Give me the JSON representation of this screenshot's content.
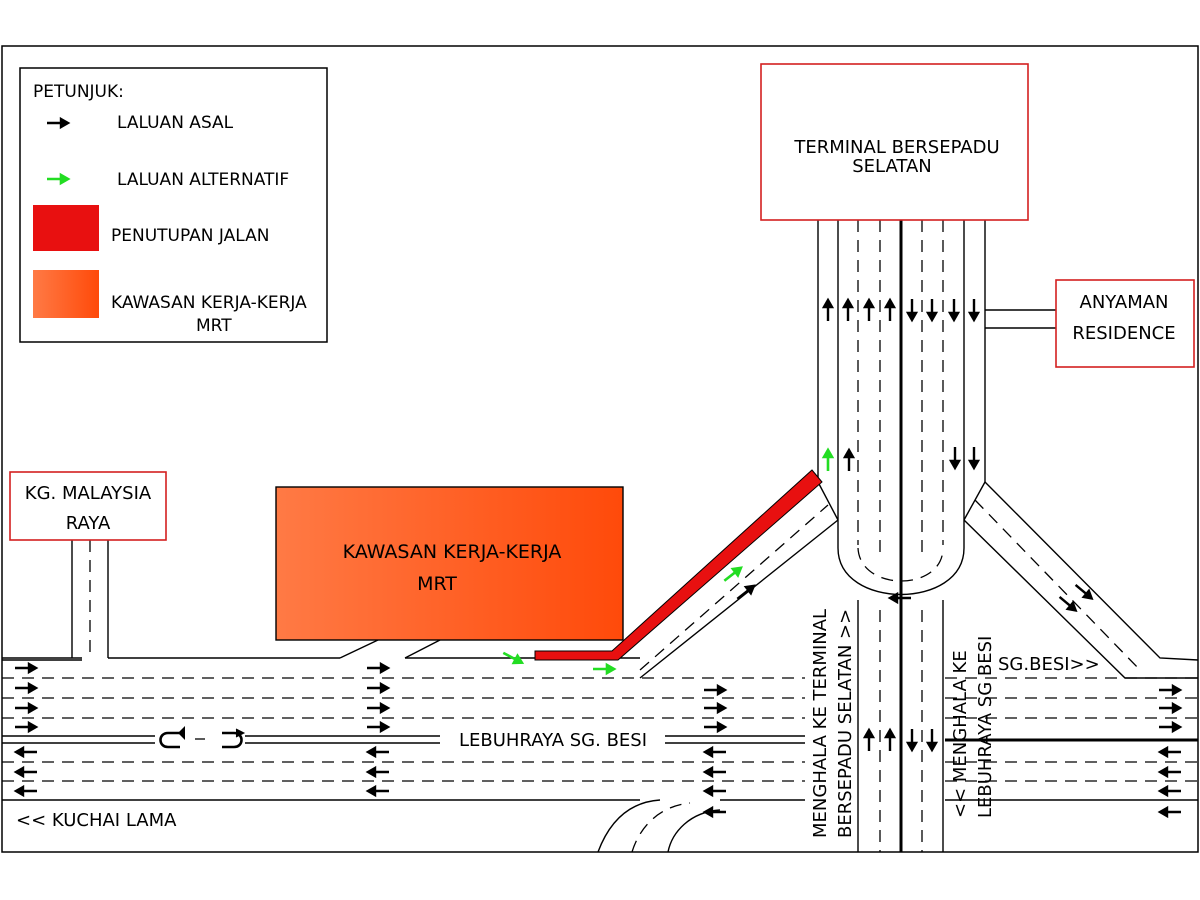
{
  "legend": {
    "title": "PETUNJUK:",
    "items": [
      {
        "label": "LALUAN ASAL",
        "symbol": "black-arrow"
      },
      {
        "label": "LALUAN ALTERNATIF",
        "symbol": "green-arrow"
      },
      {
        "label": "PENUTUPAN JALAN",
        "symbol": "red-block"
      },
      {
        "label": "KAWASAN KERJA-KERJA",
        "label2": "MRT",
        "symbol": "orange-block"
      }
    ]
  },
  "places": {
    "terminal": {
      "line1": "TERMINAL BERSEPADU",
      "line2": "SELATAN"
    },
    "anyaman": {
      "line1": "ANYAMAN",
      "line2": "RESIDENCE"
    },
    "kg_malaysia": {
      "line1": "KG. MALAYSIA",
      "line2": "RAYA"
    },
    "mrt_zone": {
      "line1": "KAWASAN KERJA-KERJA",
      "line2": "MRT"
    }
  },
  "road_labels": {
    "highway": "LEBUHRAYA SG. BESI",
    "kuchai": "<< KUCHAI LAMA",
    "sgbesi": "SG.BESI>>",
    "to_terminal_1": "MENGHALA KE TERMINAL",
    "to_terminal_2": "BERSEPADU SELATAN >>",
    "to_highway_1": "<< MENGHALA KE",
    "to_highway_2": "LEBUHRAYA SG BESI"
  },
  "colors": {
    "closure": "#e81010",
    "original_route": "#000000",
    "alternative_route": "#22dd22",
    "mrt_gradient_start": "#ff7a45",
    "mrt_gradient_end": "#ff4a0a",
    "place_border": "#d42020"
  }
}
